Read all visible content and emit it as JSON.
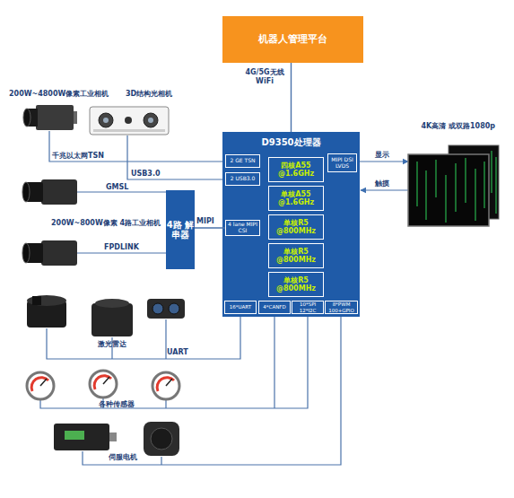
{
  "diagram": {
    "nodes": [
      {
        "text": [
          "机器人管理平台"
        ]
      },
      {
        "text": [
          "D9350处理器"
        ]
      },
      {
        "text": [
          "2 GE TSN"
        ],
        "in": 1
      },
      {
        "text": [
          "2 USB3.0"
        ],
        "in": 1
      },
      {
        "text": [
          "MIPI DSI LVDS"
        ],
        "in": 1
      },
      {
        "text": [
          "四核A55 @1.6GHz"
        ],
        "in": 1
      },
      {
        "text": [
          "单核A55 @1.6GHz"
        ],
        "in": 1
      },
      {
        "text": [
          "4 lane MIPI CSI"
        ],
        "in": 1
      },
      {
        "text": [
          "单核R5 @800MHz"
        ],
        "in": 1
      },
      {
        "text": [
          "单核R5 @800MHz"
        ],
        "in": 1
      },
      {
        "text": [
          "单核R5 @800MHz"
        ],
        "in": 1
      },
      {
        "text": [
          "16*UART"
        ],
        "in": 1
      },
      {
        "text": [
          "4*CANFD"
        ],
        "in": 1
      },
      {
        "text": [
          "10*SPI 12*I2C"
        ],
        "in": 1
      },
      {
        "text": [
          "8*PWM 100+GPIO"
        ],
        "in": 1
      },
      {
        "text": [
          "4路 解串器"
        ]
      }
    ],
    "edges": [
      {
        "from": 0,
        "to": 1,
        "arrow": "none",
        "label": "4G/5G无线 WiFi"
      },
      {
        "from": 15,
        "to": 7,
        "arrow": "none",
        "label": "MIPI"
      }
    ],
    "labels": [
      "200W~4800W像素工业相机",
      "3D结构光相机",
      "千兆以太网TSN",
      "USB3.0",
      "GMSL",
      "200W~800W像素 4路工业相机",
      "FPDLINK",
      "激光雷达",
      "UART",
      "各种传感器",
      "伺服电机",
      "4K高清 或双路1080p",
      "显示",
      "触摸"
    ]
  }
}
